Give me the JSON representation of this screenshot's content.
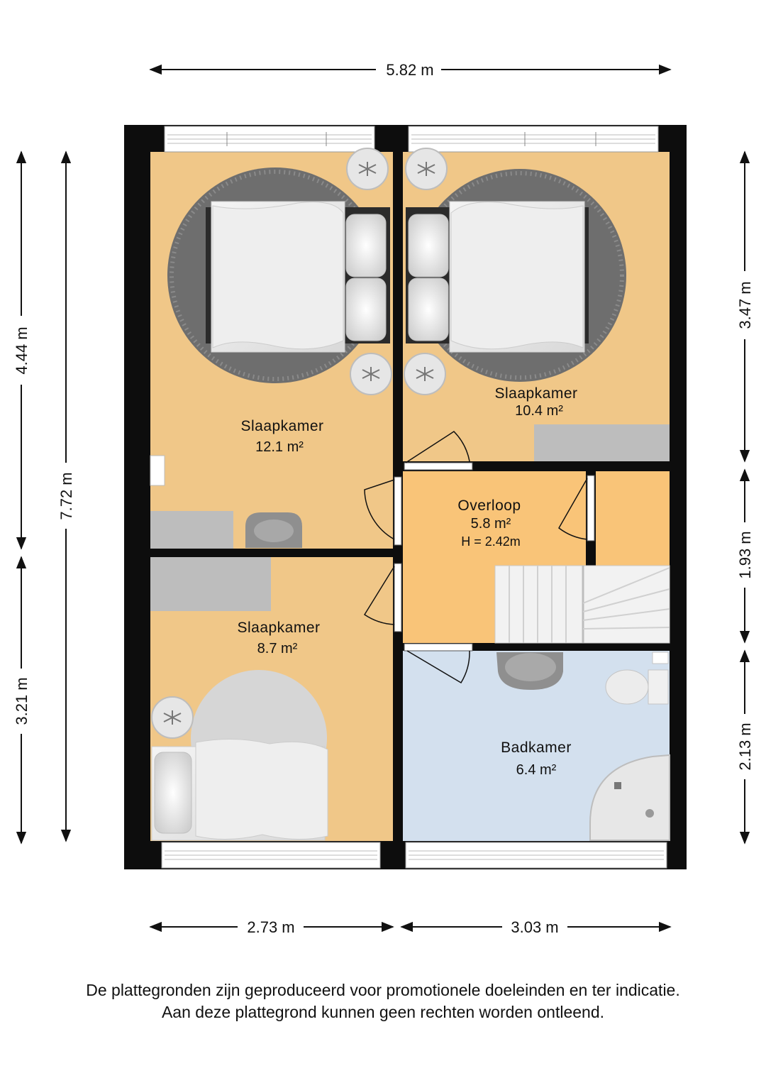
{
  "dimensions": {
    "top_width": "5.82 m",
    "bottom_left_width": "2.73 m",
    "bottom_right_width": "3.03 m",
    "left_upper_height": "4.44 m",
    "left_lower_height": "3.21 m",
    "left_total_height": "7.72 m",
    "right_upper_height": "3.47 m",
    "right_middle_height": "1.93 m",
    "right_lower_height": "2.13 m"
  },
  "rooms": {
    "bedroom_large": {
      "name": "Slaapkamer",
      "area": "12.1 m²"
    },
    "bedroom_right": {
      "name": "Slaapkamer",
      "area": "10.4 m²"
    },
    "landing": {
      "name": "Overloop",
      "area": "5.8 m²",
      "height": "H = 2.42m"
    },
    "bedroom_small": {
      "name": "Slaapkamer",
      "area": "8.7 m²"
    },
    "bathroom": {
      "name": "Badkamer",
      "area": "6.4 m²"
    }
  },
  "disclaimer": {
    "line1": "De plattegronden zijn geproduceerd voor promotionele doeleinden en ter indicatie.",
    "line2": "Aan deze plattegrond kunnen geen rechten worden ontleend."
  },
  "colors": {
    "bedroom_floor": "#f0c788",
    "landing_floor": "#f9c478",
    "bathroom_floor": "#d3e0ee",
    "wall": "#0d0d0d",
    "rug_dark": "#6e6e6e",
    "rug_light": "#d6d6d6",
    "furniture_grey": "#bdbdbd"
  }
}
